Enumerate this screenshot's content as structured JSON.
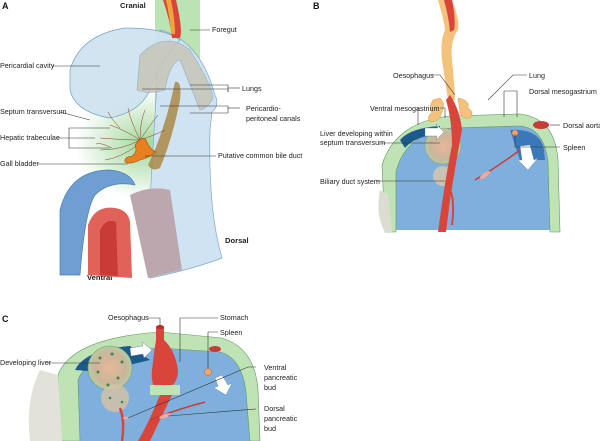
{
  "panels": [
    {
      "id": "A",
      "letter": "A",
      "orientation": {
        "top": "Cranial",
        "back": "Dorsal",
        "front": "Ventral"
      },
      "labels": [
        "Foregut",
        "Pericardial cavity",
        "Lungs",
        "Septum transversum",
        "Pericardio-",
        "peritoneal canals",
        "Hepatic trabeculae",
        "Putative common bile duct",
        "Gall bladder"
      ]
    },
    {
      "id": "B",
      "letter": "B",
      "labels": [
        "Oesophagus",
        "Lung",
        "Dorsal mesogastrium",
        "Ventral mesogastrium",
        "Dorsal aorta",
        "Liver developing within",
        "septum transversum",
        "Spleen",
        "Biliary duct system"
      ]
    },
    {
      "id": "C",
      "letter": "C",
      "labels": [
        "Oesophagus",
        "Stomach",
        "Spleen",
        "Developing liver",
        "Ventral",
        "pancreatic",
        "bud",
        "Dorsal",
        "pancreatic",
        "bud"
      ]
    }
  ],
  "colors": {
    "pericardial": "#cfe3ef",
    "septum_green": "#a9d7a0",
    "foregut_red": "#d9443b",
    "lung_tan": "#c9c3b0",
    "liver_orange": "#e9801f",
    "body_blue": "#bcd8ec",
    "cavity_blue": "#3f7fc0",
    "dark_blue": "#1c5a8c",
    "mesentery_green": "#bfe3b5",
    "oesoph_tan": "#f4c27c"
  }
}
